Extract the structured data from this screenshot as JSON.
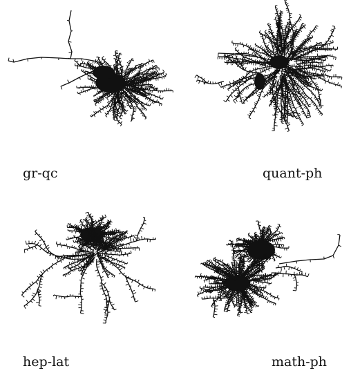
{
  "panels": [
    {
      "label": "gr-qc"
    },
    {
      "label": "quant-ph"
    },
    {
      "label": "hep-lat"
    },
    {
      "label": "math-ph"
    }
  ],
  "colors": {
    "ink": "#111111",
    "background": "#ffffff"
  }
}
